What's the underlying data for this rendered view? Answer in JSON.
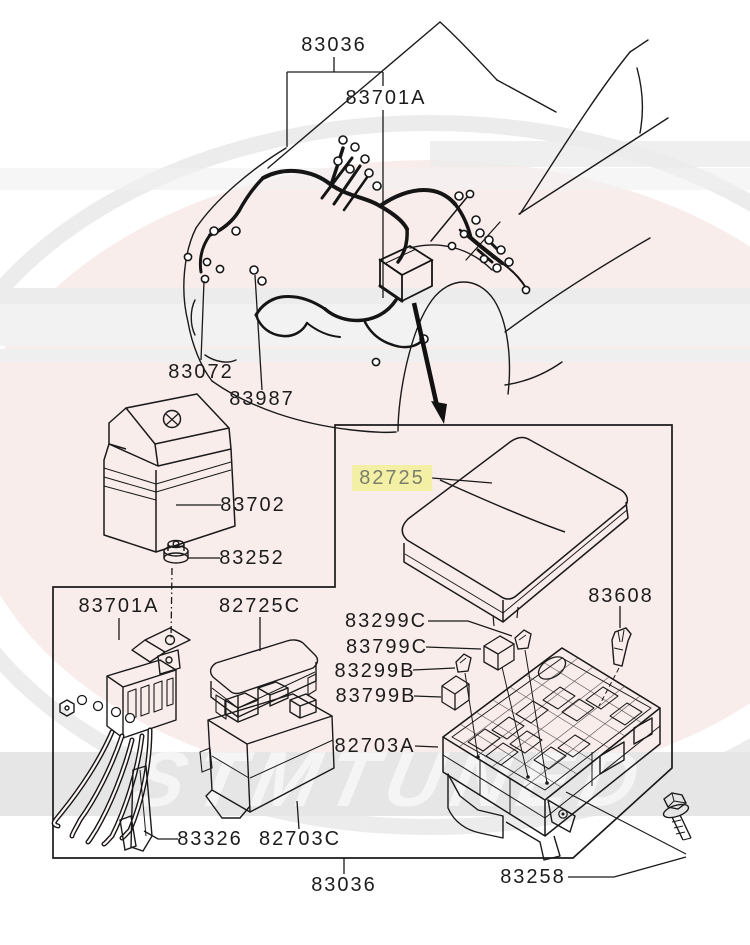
{
  "diagram": {
    "type": "parts-diagram",
    "description": "Mitsubishi engine-bay wiring harness and relay/fuse box exploded parts diagram",
    "highlight_color": "#f3efa4",
    "line_color": "#1a1a1a"
  },
  "watermark": {
    "text": "STMTUNED",
    "band_color": "#e6e6e6",
    "blob_color": "#f9edec"
  },
  "labels": [
    {
      "id": "83036-top",
      "text": "83036",
      "highlighted": false
    },
    {
      "id": "83701A-top",
      "text": "83701A",
      "highlighted": false
    },
    {
      "id": "83072",
      "text": "83072",
      "highlighted": false
    },
    {
      "id": "83987",
      "text": "83987",
      "highlighted": false
    },
    {
      "id": "83702",
      "text": "83702",
      "highlighted": false
    },
    {
      "id": "83252",
      "text": "83252",
      "highlighted": false
    },
    {
      "id": "82725",
      "text": "82725",
      "highlighted": true
    },
    {
      "id": "83608",
      "text": "83608",
      "highlighted": false
    },
    {
      "id": "83299C",
      "text": "83299C",
      "highlighted": false
    },
    {
      "id": "83799C",
      "text": "83799C",
      "highlighted": false
    },
    {
      "id": "83299B",
      "text": "83299B",
      "highlighted": false
    },
    {
      "id": "83799B",
      "text": "83799B",
      "highlighted": false
    },
    {
      "id": "82703A",
      "text": "82703A",
      "highlighted": false
    },
    {
      "id": "83701A-lower",
      "text": "83701A",
      "highlighted": false
    },
    {
      "id": "82725C",
      "text": "82725C",
      "highlighted": false
    },
    {
      "id": "83326",
      "text": "83326",
      "highlighted": false
    },
    {
      "id": "82703C",
      "text": "82703C",
      "highlighted": false
    },
    {
      "id": "83036-bottom",
      "text": "83036",
      "highlighted": false
    },
    {
      "id": "83258",
      "text": "83258",
      "highlighted": false
    }
  ]
}
